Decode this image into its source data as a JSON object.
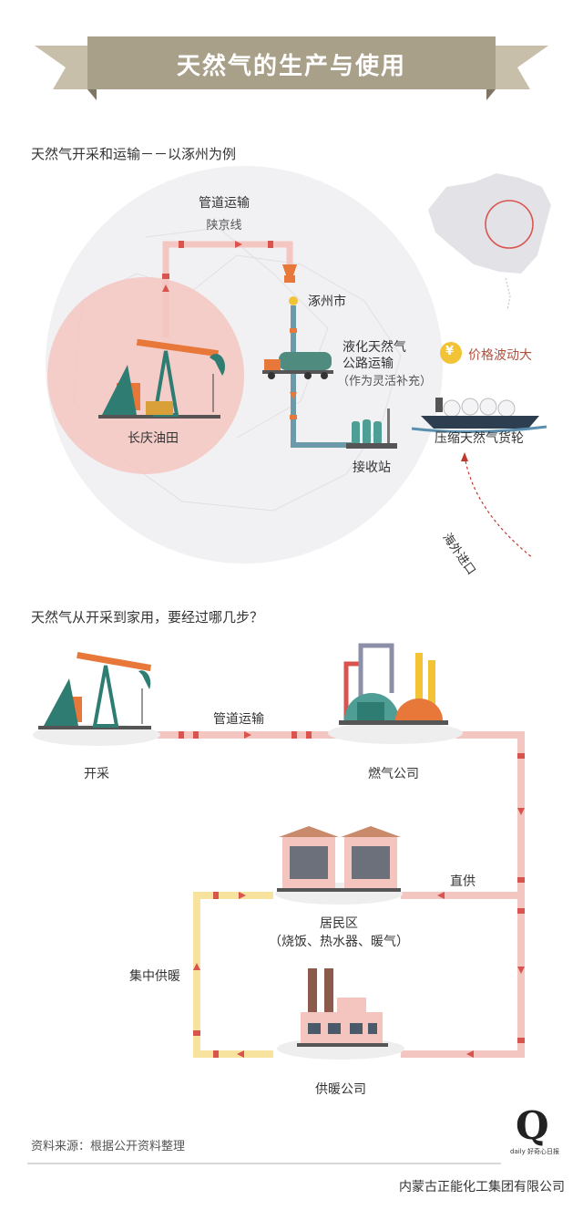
{
  "header": {
    "title": "天然气的生产与使用"
  },
  "section1": {
    "title": "天然气开采和运输－－以涿州为例",
    "pipeline_label": "管道运输",
    "pipeline_line": "陕京线",
    "city": "涿州市",
    "lng_label_1": "液化天然气",
    "lng_label_2": "公路运输",
    "lng_label_3": "（作为灵活补充）",
    "oilfield": "长庆油田",
    "receiving_station": "接收站",
    "price": "价格波动大",
    "yen": "¥",
    "tanker": "压缩天然气货轮",
    "import": "海外进口"
  },
  "section2": {
    "title": "天然气从开采到家用，要经过哪几步？",
    "mining": "开采",
    "pipeline_label": "管道运输",
    "gas_company": "燃气公司",
    "direct": "直供",
    "residential_1": "居民区",
    "residential_2": "（烧饭、热水器、暖气）",
    "central_heating": "集中供暖",
    "heating_company": "供暖公司"
  },
  "footer": {
    "source": "资料来源：根据公开资料整理",
    "logo_letter": "Q",
    "logo_sub": "daily 好奇心日报",
    "watermark": "内蒙古正能化工集团有限公司"
  },
  "colors": {
    "banner": "#a9a08a",
    "banner_dark": "#7e7563",
    "pink_pipe": "#f3c6c1",
    "pipe_joint": "#d9534f",
    "blue_pipe": "#6b9aa8",
    "yellow_pipe": "#f7e39e",
    "orange": "#e8773a",
    "teal": "#2f7d72"
  }
}
